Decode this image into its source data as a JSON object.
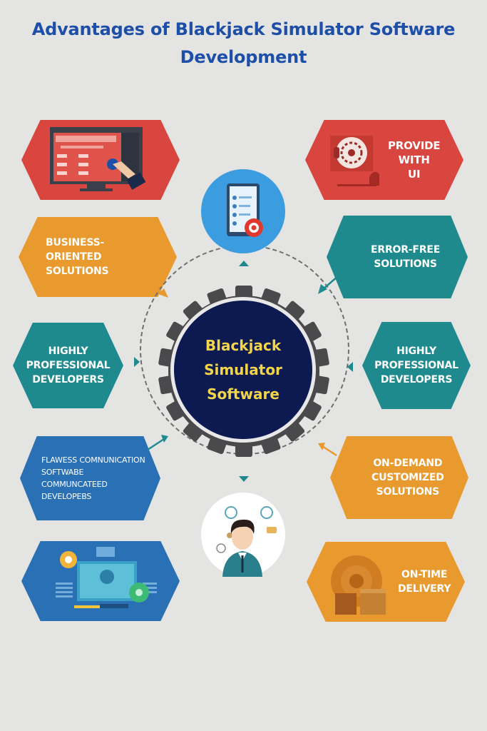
{
  "title": "Advantages of Blackjack Simulator Software Development",
  "center": {
    "label": "Blackjack\nSimulator\nSoftware",
    "bg_color": "#0d1a52",
    "text_color": "#f2d54a"
  },
  "colors": {
    "red": "#d8463f",
    "orange": "#e89a2e",
    "teal": "#1f8a8e",
    "blue": "#2a70b5",
    "title": "#1e4fa8",
    "background": "#e4e4e3"
  },
  "left_items": [
    {
      "id": "monitor-image",
      "label": "",
      "color": "red",
      "icon": "monitor-icon"
    },
    {
      "id": "business-oriented",
      "label": "BUSINESS-\nORIENTED\nSOLUTIONS",
      "color": "orange"
    },
    {
      "id": "highly-professional-left",
      "label": "HIGHLY\nPROFESSIONAL\nDEVELOPERS",
      "color": "teal"
    },
    {
      "id": "flawless-communication",
      "label": "FLAWESS COMNUNICATION\nSOFTWABE\nCOMMUNCATEED\nDEVELOPEBS",
      "color": "blue"
    },
    {
      "id": "laptop-image",
      "label": "",
      "color": "blue",
      "icon": "laptop-gears-icon"
    }
  ],
  "right_items": [
    {
      "id": "provide-ui",
      "label": "PROVIDE\nWITH\nUI",
      "color": "red",
      "icon": "ui-design-icon"
    },
    {
      "id": "error-free",
      "label": "ERROR-FREE\nSOLUTIONS",
      "color": "teal"
    },
    {
      "id": "highly-professional-right",
      "label": "HIGHLY\nPROFESSIONAL\nDEVELOPERS",
      "color": "teal"
    },
    {
      "id": "on-demand",
      "label": "ON-DEMAND\nCUSTOMIZED\nSOLUTIONS",
      "color": "orange"
    },
    {
      "id": "on-time-delivery",
      "label": "ON-TIME\nDELIVERY",
      "color": "orange",
      "icon": "delivery-gear-icon"
    }
  ],
  "circle_icons": [
    {
      "id": "tablet-checklist",
      "icon": "tablet-checklist-icon",
      "bg": "#3b9de0"
    },
    {
      "id": "developer-avatar",
      "icon": "developer-avatar-icon",
      "bg": "#ffffff"
    }
  ]
}
